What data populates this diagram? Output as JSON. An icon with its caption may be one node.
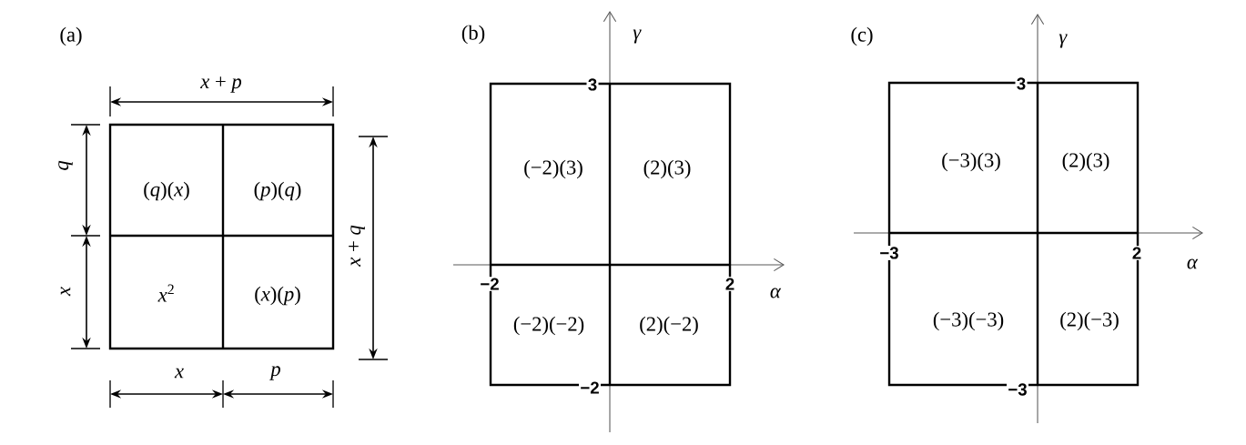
{
  "diagram": {
    "nodes": [
      {
        "text": [
          "(*q*)(*x*)"
        ]
      },
      {
        "text": [
          "(*p*)(*q*)"
        ]
      },
      {
        "text": [
          "*x*$^{2}$"
        ]
      },
      {
        "text": [
          "(*x*)(*p*)"
        ]
      },
      {
        "text": [
          "(−2)(3)"
        ]
      },
      {
        "text": [
          "(2)(3)"
        ]
      },
      {
        "text": [
          "(−2)(−2)"
        ]
      },
      {
        "text": [
          "(2)(−2)"
        ]
      },
      {
        "text": [
          "(−3)(3)"
        ]
      },
      {
        "text": [
          "(2)(3)"
        ]
      },
      {
        "text": [
          "(−3)(−3)"
        ]
      },
      {
        "text": [
          "(2)(−3)"
        ]
      }
    ],
    "labels": [
      "(a)",
      "*x* + *p*",
      "*q*",
      "*x*",
      "*x* + *q*",
      "*x*",
      "*p*",
      "(b)",
      "*γ*",
      "3",
      "−2",
      "2",
      "*α*",
      "−2",
      "(c)",
      "*γ*",
      "3",
      "−3",
      "2",
      "*α*",
      "−3"
    ]
  }
}
